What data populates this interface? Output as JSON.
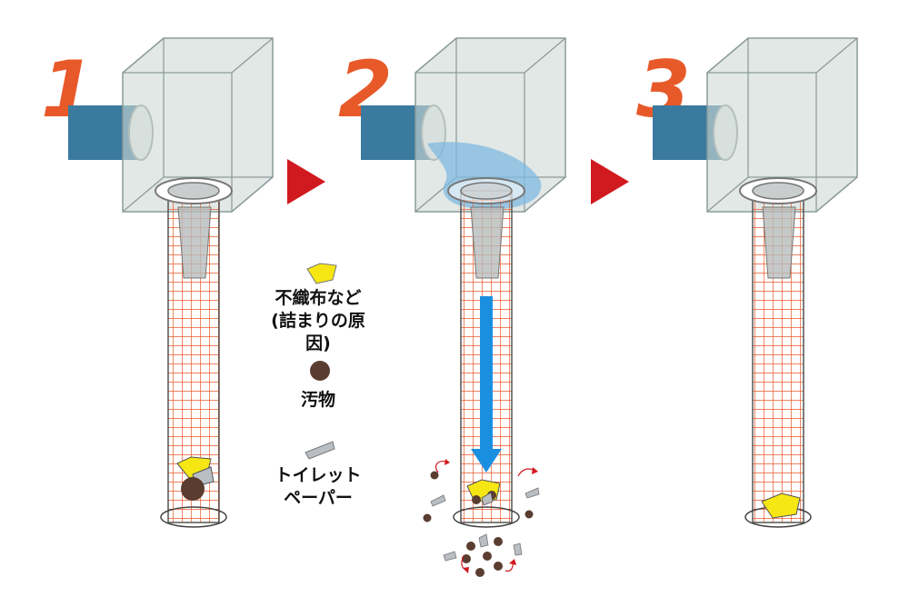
{
  "steps": {
    "step1": "1",
    "step2": "2",
    "step3": "3"
  },
  "legend": {
    "nonwoven_line1": "不織布など",
    "nonwoven_line2": "(詰まりの原因)",
    "dirt": "汚物",
    "paper_line1": "トイレット",
    "paper_line2": "ペーパー"
  },
  "colors": {
    "step_number": "#e8592a",
    "arrow": "#d11a1f",
    "mesh": "#e8592a",
    "box": "#cfd8d6",
    "pipe": "#3a7a9e",
    "water": "#7fb9e0",
    "flow_arrow": "#1a8fe0",
    "nonwoven": "#f5e614",
    "dirt": "#5a3d30",
    "paper": "#b9bec3"
  }
}
